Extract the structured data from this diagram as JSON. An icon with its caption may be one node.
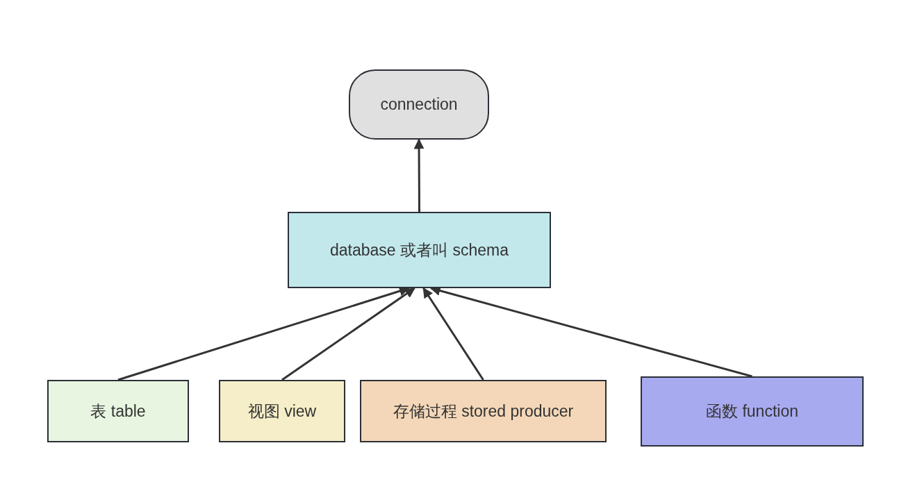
{
  "diagram": {
    "nodes": [
      {
        "text": [
          "connection"
        ]
      },
      {
        "text": [
          "database 或者叫 schema"
        ]
      },
      {
        "text": [
          "表 table"
        ]
      },
      {
        "text": [
          "视图 view"
        ]
      },
      {
        "text": [
          "存储过程 stored producer"
        ]
      },
      {
        "text": [
          "函数 function"
        ]
      }
    ],
    "edges": [
      {
        "from": 1,
        "to": 0,
        "arrow": "to"
      },
      {
        "from": 2,
        "to": 1,
        "arrow": "to"
      },
      {
        "from": 3,
        "to": 1,
        "arrow": "to"
      },
      {
        "from": 4,
        "to": 1,
        "arrow": "to"
      },
      {
        "from": 5,
        "to": 1,
        "arrow": "to"
      }
    ]
  }
}
